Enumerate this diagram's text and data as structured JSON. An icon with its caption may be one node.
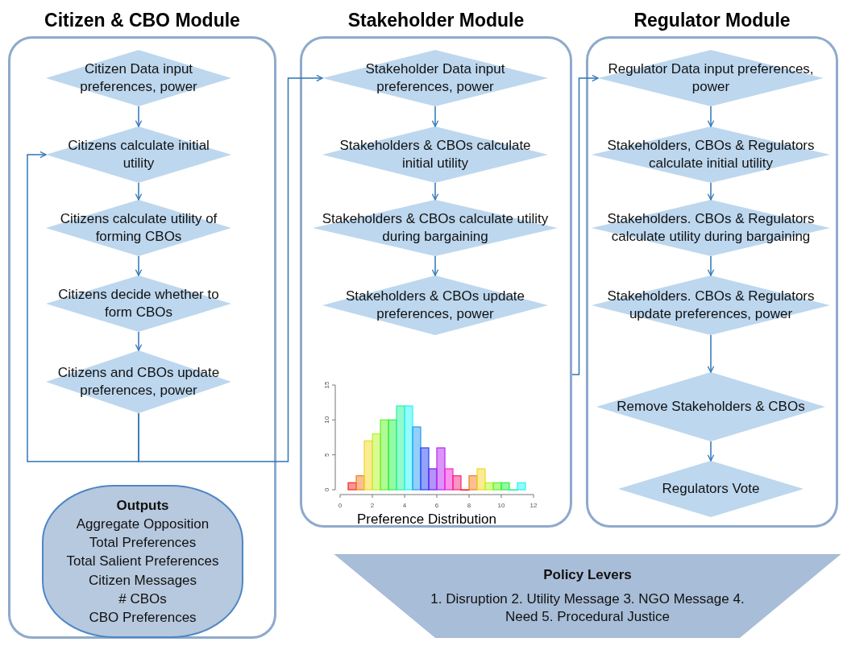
{
  "diagram": {
    "nodes": [
      {
        "text": [
          "Citizen & CBO Module"
        ]
      },
      {
        "text": [
          "Citizen Data input preferences, power"
        ],
        "in": 0
      },
      {
        "text": [
          "Citizens calculate initial utility"
        ],
        "in": 0
      },
      {
        "text": [
          "Citizens calculate utility of forming CBOs"
        ],
        "in": 0
      },
      {
        "text": [
          "Citizens decide whether to form CBOs"
        ],
        "in": 0
      },
      {
        "text": [
          "Citizens and CBOs update preferences, power"
        ],
        "in": 0
      },
      {
        "text": [
          "Outputs",
          "Aggregate Opposition",
          "Total Preferences",
          "Total Salient Preferences",
          "Citizen Messages",
          "# CBOs",
          "CBO Preferences"
        ],
        "in": 0
      },
      {
        "text": [
          "Stakeholder Module"
        ]
      },
      {
        "text": [
          "Stakeholder Data input preferences, power"
        ],
        "in": 7
      },
      {
        "text": [
          "Stakeholders & CBOs calculate initial utility"
        ],
        "in": 7
      },
      {
        "text": [
          "Stakeholders & CBOs calculate utility during bargaining"
        ],
        "in": 7
      },
      {
        "text": [
          "Stakeholders & CBOs update preferences, power"
        ],
        "in": 7
      },
      {
        "text": [
          "Regulator Module"
        ]
      },
      {
        "text": [
          "Regulator Data input preferences, power"
        ],
        "in": 12
      },
      {
        "text": [
          "Stakeholders, CBOs & Regulators calculate initial utility"
        ],
        "in": 12
      },
      {
        "text": [
          "Stakeholders. CBOs & Regulators calculate utility during bargaining"
        ],
        "in": 12
      },
      {
        "text": [
          "Stakeholders. CBOs & Regulators update preferences, power"
        ],
        "in": 12
      },
      {
        "text": [
          "Remove Stakeholders & CBOs"
        ],
        "in": 12
      },
      {
        "text": [
          "Regulators Vote"
        ],
        "in": 12
      },
      {
        "text": [
          "Policy Levers",
          "1. Disruption 2. Utility Message 3. NGO Message 4. Need 5. Procedural Justice"
        ]
      }
    ],
    "edges": [
      {
        "from": 1,
        "to": 2,
        "arrow": "to"
      },
      {
        "from": 2,
        "to": 3,
        "arrow": "to"
      },
      {
        "from": 3,
        "to": 4,
        "arrow": "to"
      },
      {
        "from": 4,
        "to": 5,
        "arrow": "to"
      },
      {
        "from": 5,
        "to": 2,
        "arrow": "to"
      },
      {
        "from": 5,
        "to": 8,
        "arrow": "to"
      },
      {
        "from": 8,
        "to": 9,
        "arrow": "to"
      },
      {
        "from": 9,
        "to": 10,
        "arrow": "to"
      },
      {
        "from": 10,
        "to": 11,
        "arrow": "to"
      },
      {
        "from": 7,
        "to": 13,
        "arrow": "to"
      },
      {
        "from": 13,
        "to": 14,
        "arrow": "to"
      },
      {
        "from": 14,
        "to": 15,
        "arrow": "to"
      },
      {
        "from": 15,
        "to": 16,
        "arrow": "to"
      },
      {
        "from": 16,
        "to": 17,
        "arrow": "to"
      },
      {
        "from": 17,
        "to": 18,
        "arrow": "to"
      }
    ],
    "chart_data": {
      "type": "bar",
      "xlabel": "Preference Distribution",
      "x": [
        0.75,
        1.25,
        1.75,
        2.25,
        2.75,
        3.25,
        3.75,
        4.25,
        4.75,
        5.25,
        5.75,
        6.25,
        6.75,
        7.25,
        7.75,
        8.25,
        8.75,
        9.25,
        9.75,
        10.25,
        10.75,
        11.25
      ],
      "series": [
        {
          "values": [
            1,
            2,
            7,
            8,
            10,
            10,
            12,
            12,
            9,
            6,
            3,
            6,
            3,
            2,
            0,
            2,
            3,
            1,
            1,
            1,
            0,
            1
          ]
        }
      ],
      "xlim": [
        0,
        12
      ],
      "ylim": [
        0,
        15
      ],
      "xticks": [
        0,
        2,
        4,
        6,
        8,
        10,
        12
      ],
      "yticks": [
        0,
        5,
        10,
        15
      ]
    }
  }
}
